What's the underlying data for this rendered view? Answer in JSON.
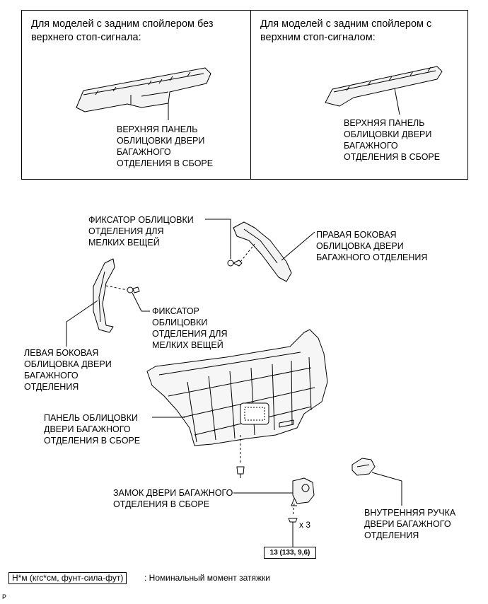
{
  "top_panel": {
    "left_header": "Для моделей с задним спойлером без верхнего стоп-сигнала:",
    "left_label": [
      "ВЕРХНЯЯ ПАНЕЛЬ",
      "ОБЛИЦОВКИ ДВЕРИ",
      "БАГАЖНОГО",
      "ОТДЕЛЕНИЯ В СБОРЕ"
    ],
    "right_header": "Для моделей с задним спойлером с верхним стоп-сигналом:",
    "right_label": [
      "ВЕРХНЯЯ ПАНЕЛЬ",
      "ОБЛИЦОВКИ ДВЕРИ",
      "БАГАЖНОГО",
      "ОТДЕЛЕНИЯ В СБОРЕ"
    ]
  },
  "labels": {
    "retainer_top": [
      "ФИКСАТОР ОБЛИЦОВКИ",
      "ОТДЕЛЕНИЯ ДЛЯ",
      "МЕЛКИХ ВЕЩЕЙ"
    ],
    "right_side_trim": [
      "ПРАВАЯ БОКОВАЯ",
      "ОБЛИЦОВКА ДВЕРИ",
      "БАГАЖНОГО ОТДЕЛЕНИЯ"
    ],
    "retainer_mid": [
      "ФИКСАТОР",
      "ОБЛИЦОВКИ",
      "ОТДЕЛЕНИЯ ДЛЯ",
      "МЕЛКИХ ВЕЩЕЙ"
    ],
    "left_side_trim": [
      "ЛЕВАЯ БОКОВАЯ",
      "ОБЛИЦОВКА ДВЕРИ",
      "БАГАЖНОГО",
      "ОТДЕЛЕНИЯ"
    ],
    "trim_panel": [
      "ПАНЕЛЬ ОБЛИЦОВКИ",
      "ДВЕРИ БАГАЖНОГО",
      "ОТДЕЛЕНИЯ В СБОРЕ"
    ],
    "lock": [
      "ЗАМОК ДВЕРИ БАГАЖНОГО",
      "ОТДЕЛЕНИЯ В СБОРЕ"
    ],
    "handle": [
      "ВНУТРЕННЯЯ РУЧКА",
      "ДВЕРИ БАГАЖНОГО",
      "ОТДЕЛЕНИЯ"
    ]
  },
  "bolt_count": "x 3",
  "torque_value": "13 (133, 9,6)",
  "legend": {
    "unit": "Н*м (кгс*см, фунт-сила-фут)",
    "meaning": ": Номинальный момент затяжки"
  },
  "corner_mark": "P"
}
